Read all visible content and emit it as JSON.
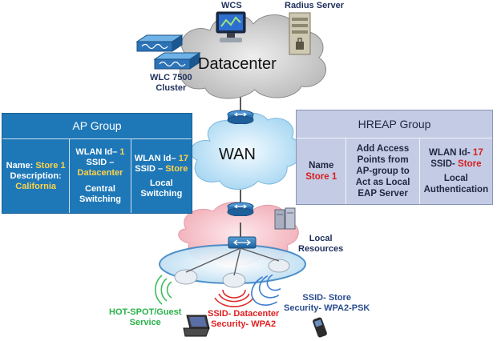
{
  "top": {
    "wcs_label": "WCS",
    "radius_label": "Radius Server",
    "datacenter_label": "Datacenter",
    "wlc_label_line1": "WLC 7500",
    "wlc_label_line2": "Cluster"
  },
  "wan_label": "WAN",
  "ap_group": {
    "title": "AP Group",
    "col1": {
      "name_key": "Name:",
      "name_val": "Store 1",
      "desc_key": "Description:",
      "desc_val": "California"
    },
    "col2": {
      "wlan_key": "WLAN Id–",
      "wlan_val": "1",
      "ssid_key": "SSID –",
      "ssid_val": "Datacenter",
      "mode_line1": "Central",
      "mode_line2": "Switching"
    },
    "col3": {
      "wlan_key": "WLAN Id–",
      "wlan_val": "17",
      "ssid_key": "SSID –",
      "ssid_val": "Store",
      "mode_line1": "Local",
      "mode_line2": "Switching"
    }
  },
  "hreap_group": {
    "title": "HREAP Group",
    "col1": {
      "name_key": "Name",
      "name_val": "Store 1"
    },
    "col2": {
      "line1": "Add Access",
      "line2": "Points from",
      "line3": "AP-group to",
      "line4": "Act as Local",
      "line5": "EAP Server"
    },
    "col3": {
      "wlan_key": "WLAN Id-",
      "wlan_val": "17",
      "ssid_key": "SSID-",
      "ssid_val": "Store",
      "auth_line1": "Local",
      "auth_line2": "Authentication"
    }
  },
  "local_resources": {
    "line1": "Local",
    "line2": "Resources"
  },
  "ssids": {
    "hotspot": {
      "line1": "HOT-SPOT/Guest",
      "line2": "Service",
      "color": "#2bb24c"
    },
    "datacenter": {
      "line1": "SSID- Datacenter",
      "line2": "Security- WPA2",
      "color": "#e02020"
    },
    "store": {
      "line1": "SSID- Store",
      "line2": "Security- WPA2-PSK",
      "color": "#2a4d8f"
    }
  },
  "colors": {
    "ap_group_bg": "#1e78b8",
    "hreap_group_bg": "#c4cbe4",
    "highlight_yellow": "#ffd34a",
    "highlight_red": "#d62020",
    "wan_cloud": "#bfe2f6",
    "store_cloud": "#f7c6cc",
    "datacenter_cloud": "#c9c9c9"
  }
}
